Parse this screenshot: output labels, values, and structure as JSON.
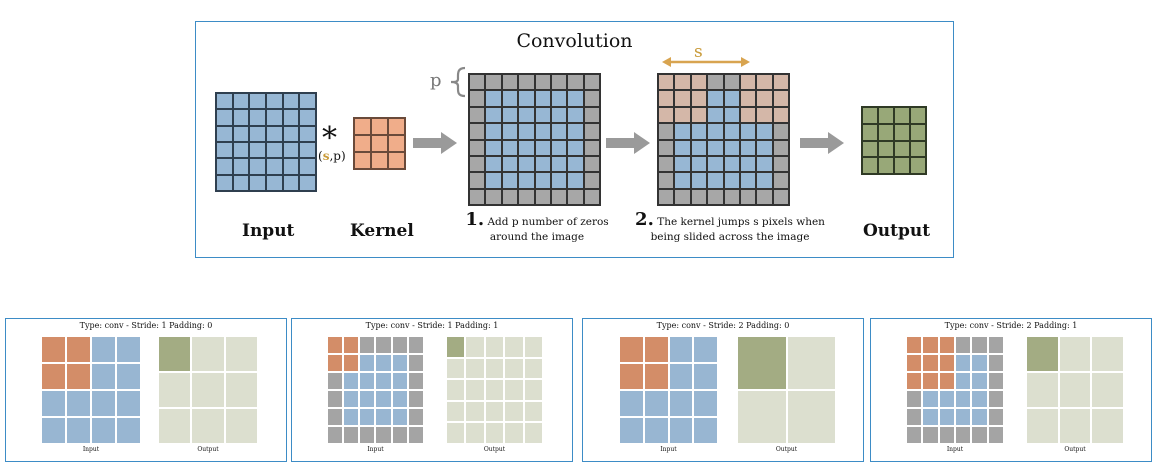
{
  "main": {
    "title": "Convolution",
    "operator": "*",
    "operator_params": {
      "s": "s",
      "comma_p": ",p)",
      "open": "("
    },
    "padding_symbol": "p",
    "stride_symbol": "s",
    "labels": {
      "input": "Input",
      "kernel": "Kernel",
      "output": "Output"
    },
    "step1": {
      "number": "1.",
      "line1": "Add p number of zeros",
      "line2": "around the image"
    },
    "step2": {
      "number": "2.",
      "line1": "The kernel jumps s pixels when",
      "line2": "being slided across the image"
    },
    "colors": {
      "input": "#97b7d4",
      "kernel": "#f0ad8a",
      "pad": "#a7a7a7",
      "overlap": "#d4b7a8",
      "output": "#98a878",
      "arrow": "#9a9a9a",
      "brace": "#888888",
      "stride": "#d8a450",
      "border": "#3d8cc6"
    }
  },
  "examples": [
    {
      "title": "Type: conv  -  Stride: 1  Padding: 0",
      "input_caption": "Input",
      "output_caption": "Output"
    },
    {
      "title": "Type: conv  -  Stride: 1  Padding: 1",
      "input_caption": "Input",
      "output_caption": "Output"
    },
    {
      "title": "Type: conv  -  Stride: 2  Padding: 0",
      "input_caption": "Input",
      "output_caption": "Output"
    },
    {
      "title": "Type: conv  -  Stride: 2  Padding: 1",
      "input_caption": "Input",
      "output_caption": "Output"
    }
  ],
  "example_colors": {
    "input": "#98b6d2",
    "kernel": "#d38d68",
    "pad": "#a4a4a4",
    "output_bg": "#dcdfcf",
    "output_active": "#a3ac83"
  }
}
